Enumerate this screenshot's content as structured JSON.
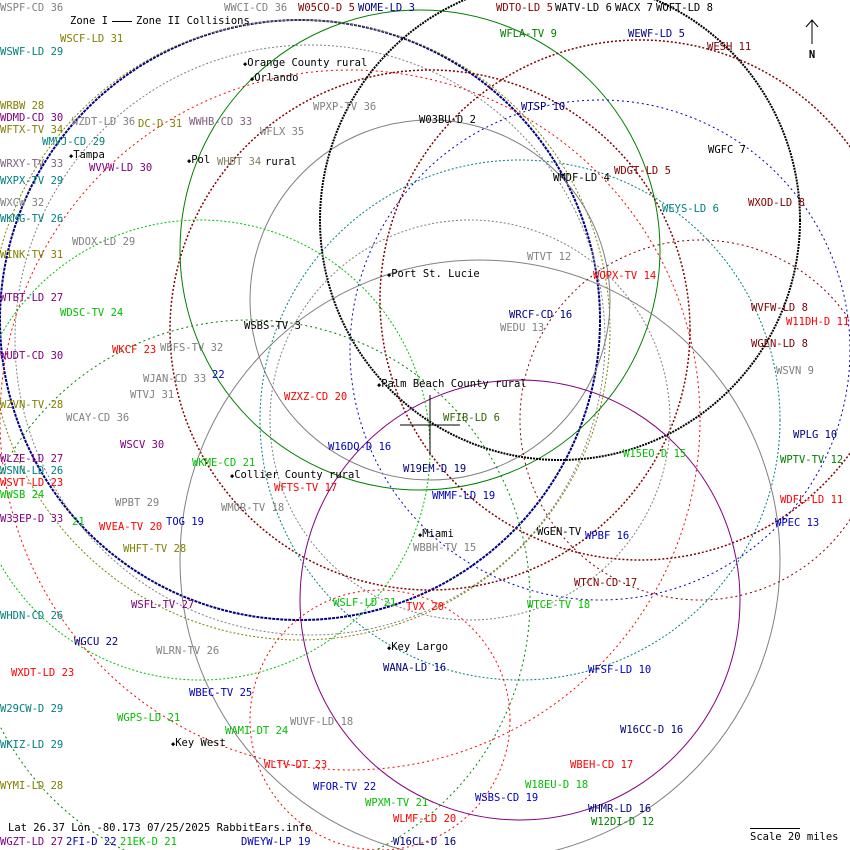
{
  "legend": {
    "zone1": "Zone I",
    "zone2": "Zone II Collisions"
  },
  "north_label": "N",
  "footer": {
    "coords": "Lat 26.37 Lon -80.173 07/25/2025 RabbitEars.info",
    "scale": "Scale 20 miles"
  },
  "cities": [
    "Orange County rural",
    "Orlando",
    "Tampa",
    "Pol",
    "rural",
    "Port St. Lucie",
    "Palm Beach County rural",
    "Collier County rural",
    "Miami",
    "Key Largo",
    "Key West"
  ],
  "stations": [
    {
      "label": "WSPF-CD 36",
      "color": "#808080"
    },
    {
      "label": "WWCI-CD 36",
      "color": "#808080"
    },
    {
      "label": "W05CO-D 5",
      "color": "#800000"
    },
    {
      "label": "WOME-LD 3",
      "color": "#000080"
    },
    {
      "label": "WDTO-LD 5",
      "color": "#800000"
    },
    {
      "label": "WATV-LD 6",
      "color": "#000000"
    },
    {
      "label": "WACX 7",
      "color": "#000000"
    },
    {
      "label": "WOFT-LD 8",
      "color": "#000000"
    },
    {
      "label": "WFLA-TV 9",
      "color": "#008000"
    },
    {
      "label": "WEWF-LD 5",
      "color": "#000080"
    },
    {
      "label": "WESH 11",
      "color": "#800000"
    },
    {
      "label": "WSCF-LD 31",
      "color": "#808000"
    },
    {
      "label": "WSWF-LD 29",
      "color": "#008080"
    },
    {
      "label": "WRBW 28",
      "color": "#808000"
    },
    {
      "label": "WDMD-CD 30",
      "color": "#800080"
    },
    {
      "label": "WFTX-TV 34",
      "color": "#808000"
    },
    {
      "label": "WZDT-LD 36",
      "color": "#808080"
    },
    {
      "label": "DC-D 31",
      "color": "#808000"
    },
    {
      "label": "WWHB-CD 33",
      "color": "#806080"
    },
    {
      "label": "WPXP-TV 36",
      "color": "#808080"
    },
    {
      "label": "WFLX 35",
      "color": "#808080"
    },
    {
      "label": "WTSP 10",
      "color": "#000080"
    },
    {
      "label": "W03BU-D 2",
      "color": "#000000"
    },
    {
      "label": "WMVJ-CD 29",
      "color": "#008080"
    },
    {
      "label": "WGFC 7",
      "color": "#000000"
    },
    {
      "label": "WRXY-TV 33",
      "color": "#806080"
    },
    {
      "label": "WVVW-LD 30",
      "color": "#800080"
    },
    {
      "label": "WHDT 34",
      "color": "#808060"
    },
    {
      "label": "WDGT-LD 5",
      "color": "#800000"
    },
    {
      "label": "WMDF-LD 4",
      "color": "#000000"
    },
    {
      "label": "WXPX-TV 29",
      "color": "#008080"
    },
    {
      "label": "WXCW 32",
      "color": "#808080"
    },
    {
      "label": "WXOD-LD 8",
      "color": "#800000"
    },
    {
      "label": "WEYS-LD 6",
      "color": "#008080"
    },
    {
      "label": "WKMG-TV 26",
      "color": "#008080"
    },
    {
      "label": "WDOX-LD 29",
      "color": "#808080"
    },
    {
      "label": "WINK-TV 31",
      "color": "#808000"
    },
    {
      "label": "WTVT 12",
      "color": "#808080"
    },
    {
      "label": "WOPX-TV 14",
      "color": "#ff0000"
    },
    {
      "label": "WTBT-LD 27",
      "color": "#800080"
    },
    {
      "label": "WVFW-LD 8",
      "color": "#800000"
    },
    {
      "label": "WDSC-TV 24",
      "color": "#00c000"
    },
    {
      "label": "WRCF-CD 16",
      "color": "#000080"
    },
    {
      "label": "WEDU 13",
      "color": "#808080"
    },
    {
      "label": "W11DH-D 11",
      "color": "#ff0000"
    },
    {
      "label": "WSBS-TV 3",
      "color": "#000000"
    },
    {
      "label": "WBFS-TV 32",
      "color": "#808080"
    },
    {
      "label": "WKCF 23",
      "color": "#ff0000"
    },
    {
      "label": "WGEN-LD 8",
      "color": "#800000"
    },
    {
      "label": "WUDT-CD 30",
      "color": "#800080"
    },
    {
      "label": "WSVN 9",
      "color": "#808080"
    },
    {
      "label": "WJAN-CD 33",
      "color": "#808080"
    },
    {
      "label": "22",
      "color": "#0000c0"
    },
    {
      "label": "WTVJ 31",
      "color": "#808080"
    },
    {
      "label": "WZXZ-CD 20",
      "color": "#ff0000"
    },
    {
      "label": "WZVN-TV 28",
      "color": "#808000"
    },
    {
      "label": "WFIB-LD 6",
      "color": "#336600"
    },
    {
      "label": "WCAY-CD 36",
      "color": "#808080"
    },
    {
      "label": "WPLG 10",
      "color": "#000080"
    },
    {
      "label": "W16DQ-D 16",
      "color": "#0000c0"
    },
    {
      "label": "WSCV 30",
      "color": "#800080"
    },
    {
      "label": "W15EO-D 15",
      "color": "#00c000"
    },
    {
      "label": "WLZE-LD 27",
      "color": "#800080"
    },
    {
      "label": "WKME-CD 21",
      "color": "#00c000"
    },
    {
      "label": "WPTV-TV 12",
      "color": "#008000"
    },
    {
      "label": "W19EM-D 19",
      "color": "#000080"
    },
    {
      "label": "WSNN-LD 26",
      "color": "#008080"
    },
    {
      "label": "WFTS-TV 17",
      "color": "#ff0000"
    },
    {
      "label": "WSVT-LD 23",
      "color": "#ff0000"
    },
    {
      "label": "WWSB 24",
      "color": "#00c000"
    },
    {
      "label": "WMMF-LD 19",
      "color": "#0000c0"
    },
    {
      "label": "WDFL-LD 11",
      "color": "#ff0000"
    },
    {
      "label": "WPBT 29",
      "color": "#808080"
    },
    {
      "label": "WMOR-TV 18",
      "color": "#808080"
    },
    {
      "label": "W33EP-D 33",
      "color": "#800080"
    },
    {
      "label": "21",
      "color": "#00c000"
    },
    {
      "label": "TOG 19",
      "color": "#0000c0"
    },
    {
      "label": "WVEA-TV 20",
      "color": "#ff0000"
    },
    {
      "label": "WPEC 13",
      "color": "#0000c0"
    },
    {
      "label": "WGEN-TV",
      "color": "#000000"
    },
    {
      "label": "WPBF 16",
      "color": "#0000c0"
    },
    {
      "label": "WBBH-TV 15",
      "color": "#808080"
    },
    {
      "label": "WHFT-TV 28",
      "color": "#808000"
    },
    {
      "label": "WTCN-CD 17",
      "color": "#800000"
    },
    {
      "label": "WSFL-TV 27",
      "color": "#800080"
    },
    {
      "label": "WSLF-LD 21",
      "color": "#00c000"
    },
    {
      "label": "TVX 20",
      "color": "#ff0000"
    },
    {
      "label": "WTCE-TV 18",
      "color": "#00c000"
    },
    {
      "label": "WHDN-CD 26",
      "color": "#008080"
    },
    {
      "label": "WGCU 22",
      "color": "#000080"
    },
    {
      "label": "WLRN-TV 26",
      "color": "#808080"
    },
    {
      "label": "WANA-LD 16",
      "color": "#000080"
    },
    {
      "label": "WFSF-LD 10",
      "color": "#0000c0"
    },
    {
      "label": "WXDT-LD 23",
      "color": "#ff0000"
    },
    {
      "label": "WBEC-TV 25",
      "color": "#0000c0"
    },
    {
      "label": "W29CW-D 29",
      "color": "#008080"
    },
    {
      "label": "WGPS-LD 21",
      "color": "#00c000"
    },
    {
      "label": "WUVF-LD 18",
      "color": "#808080"
    },
    {
      "label": "WAMI-DT 24",
      "color": "#00c000"
    },
    {
      "label": "W16CC-D 16",
      "color": "#000080"
    },
    {
      "label": "WKIZ-LD 29",
      "color": "#008080"
    },
    {
      "label": "WLTV-DT 23",
      "color": "#ff0000"
    },
    {
      "label": "WBEH-CD 17",
      "color": "#ff0000"
    },
    {
      "label": "W18EU-D 18",
      "color": "#00c000"
    },
    {
      "label": "WYMI-LD 28",
      "color": "#808000"
    },
    {
      "label": "WFOR-TV 22",
      "color": "#0000c0"
    },
    {
      "label": "WSBS-CD 19",
      "color": "#0000c0"
    },
    {
      "label": "WPXM-TV 21",
      "color": "#00c000"
    },
    {
      "label": "WHMR-LD 16",
      "color": "#000080"
    },
    {
      "label": "W12DI-D 12",
      "color": "#008000"
    },
    {
      "label": "WLMF-LD 20",
      "color": "#ff0000"
    },
    {
      "label": "WGZT-LD 27",
      "color": "#800080"
    },
    {
      "label": "2FI-D 22",
      "color": "#0000c0"
    },
    {
      "label": "21EK-D 21",
      "color": "#00c000"
    },
    {
      "label": "DWEYW-LP 19",
      "color": "#0000c0"
    },
    {
      "label": "W16CL-D 16",
      "color": "#000080"
    }
  ]
}
